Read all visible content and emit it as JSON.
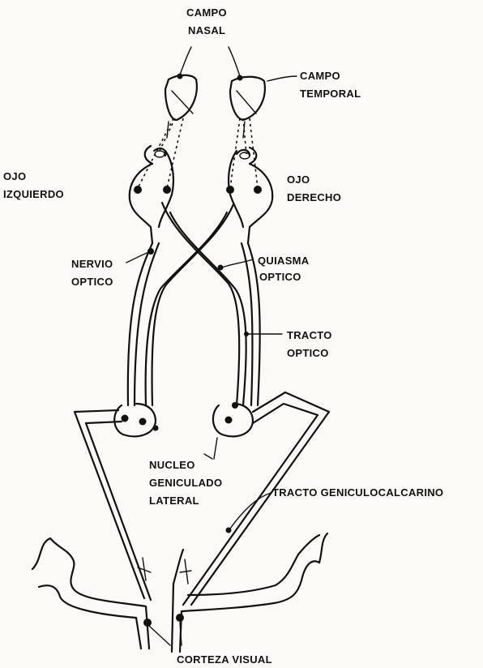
{
  "labels": {
    "campo_nasal": [
      "CAMPO",
      "NASAL"
    ],
    "campo_temporal": [
      "CAMPO",
      "TEMPORAL"
    ],
    "ojo_izquierdo": [
      "OJO",
      "IZQUIERDO"
    ],
    "ojo_derecho": [
      "OJO",
      "DERECHO"
    ],
    "nervio_optico": [
      "NERVIO",
      "OPTICO"
    ],
    "quiasma_optico": [
      "QUIASMA",
      "OPTICO"
    ],
    "tracto_optico": [
      "TRACTO",
      "OPTICO"
    ],
    "nucleo_geniculado": [
      "NUCLEO",
      "GENICULADO",
      "LATERAL"
    ],
    "tracto_geniculocalcarino": "TRACTO GENICULOCALCARINO",
    "corteza_visual": "CORTEZA VISUAL"
  }
}
